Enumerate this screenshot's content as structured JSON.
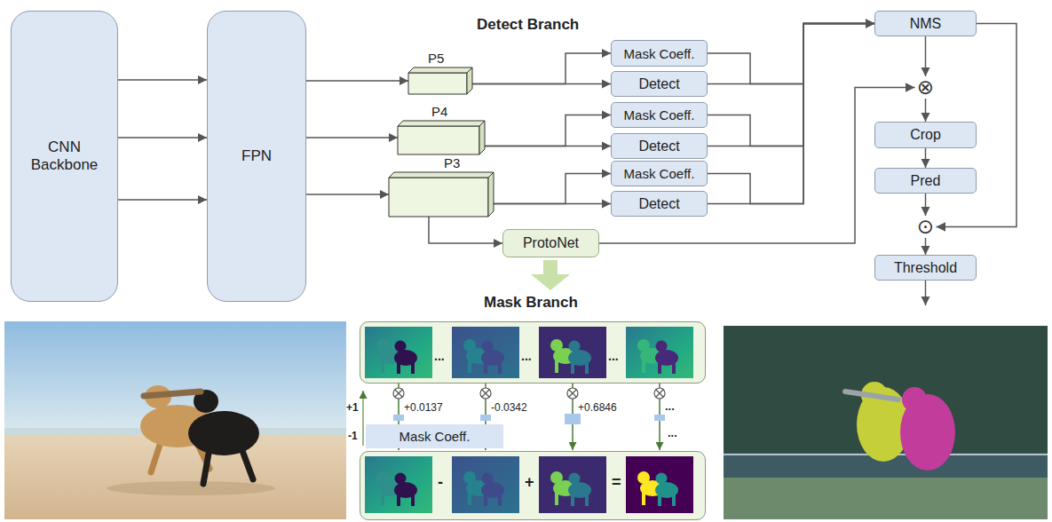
{
  "diagram": {
    "nodes": [
      {
        "text": [
          "CNN Backbone"
        ]
      },
      {
        "text": [
          "FPN"
        ]
      },
      {
        "text": [
          "P5"
        ]
      },
      {
        "text": [
          "P4"
        ]
      },
      {
        "text": [
          "P3"
        ]
      },
      {
        "text": [
          "Mask Coeff."
        ]
      },
      {
        "text": [
          "Detect"
        ]
      },
      {
        "text": [
          "Mask Coeff."
        ]
      },
      {
        "text": [
          "Detect"
        ]
      },
      {
        "text": [
          "Mask Coeff."
        ]
      },
      {
        "text": [
          "Detect"
        ]
      },
      {
        "text": [
          "NMS"
        ]
      },
      {
        "text": [
          "⊗"
        ]
      },
      {
        "text": [
          "Crop"
        ]
      },
      {
        "text": [
          "Pred"
        ]
      },
      {
        "text": [
          "⊙"
        ]
      },
      {
        "text": [
          "Threshold"
        ]
      },
      {
        "text": [
          "ProtoNet"
        ]
      },
      {
        "text": [
          "...",
          "...",
          "..."
        ]
      },
      {
        "text": [
          "Mask Coeff."
        ]
      },
      {
        "text": [
          "-",
          "+",
          "="
        ]
      }
    ],
    "edges": [
      {
        "from": 0,
        "to": 1,
        "arrow": "to"
      },
      {
        "from": 0,
        "to": 1,
        "arrow": "to"
      },
      {
        "from": 0,
        "to": 1,
        "arrow": "to"
      },
      {
        "from": 1,
        "to": 2,
        "arrow": "to"
      },
      {
        "from": 1,
        "to": 3,
        "arrow": "to"
      },
      {
        "from": 1,
        "to": 4,
        "arrow": "to"
      },
      {
        "from": 2,
        "to": 5,
        "arrow": "to"
      },
      {
        "from": 2,
        "to": 6,
        "arrow": "to"
      },
      {
        "from": 3,
        "to": 7,
        "arrow": "to"
      },
      {
        "from": 3,
        "to": 8,
        "arrow": "to"
      },
      {
        "from": 4,
        "to": 9,
        "arrow": "to"
      },
      {
        "from": 4,
        "to": 10,
        "arrow": "to"
      },
      {
        "from": 5,
        "to": 11,
        "arrow": "to"
      },
      {
        "from": 6,
        "to": 11,
        "arrow": "to"
      },
      {
        "from": 7,
        "to": 11,
        "arrow": "to"
      },
      {
        "from": 8,
        "to": 11,
        "arrow": "to"
      },
      {
        "from": 9,
        "to": 11,
        "arrow": "to"
      },
      {
        "from": 10,
        "to": 11,
        "arrow": "to"
      },
      {
        "from": 4,
        "to": 17,
        "arrow": "to"
      },
      {
        "from": 17,
        "to": 12,
        "arrow": "to"
      },
      {
        "from": 11,
        "to": 12,
        "arrow": "to"
      },
      {
        "from": 12,
        "to": 13,
        "arrow": "to"
      },
      {
        "from": 13,
        "to": 14,
        "arrow": "to"
      },
      {
        "from": 14,
        "to": 15,
        "arrow": "to"
      },
      {
        "from": 11,
        "to": 15,
        "arrow": "to"
      },
      {
        "from": 15,
        "to": 16,
        "arrow": "to"
      }
    ],
    "labels": [
      "Detect Branch",
      "Mask Branch",
      "+1",
      "-1",
      "+0.0137",
      "-0.0342",
      "+0.6846",
      "...",
      "..."
    ]
  }
}
